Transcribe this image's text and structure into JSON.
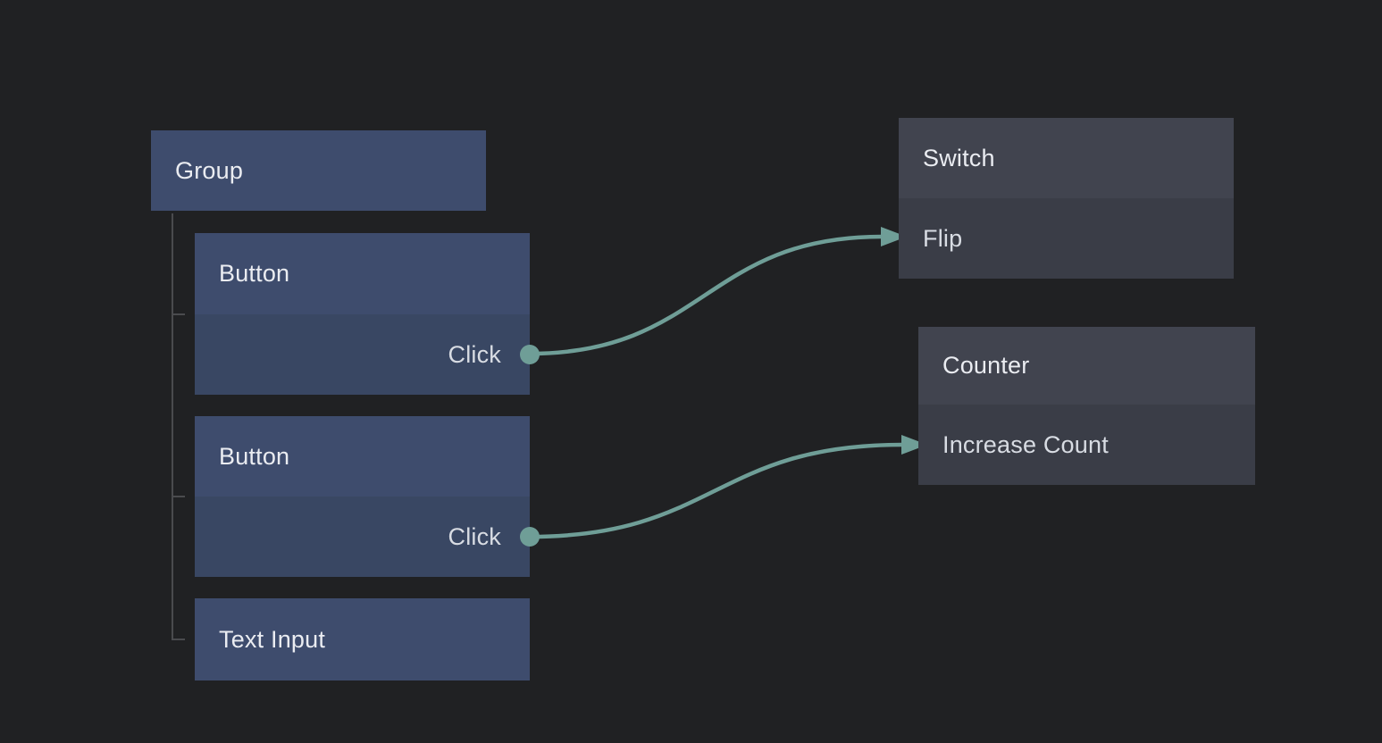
{
  "colors": {
    "bg": "#202123",
    "accent": "#6f9e97",
    "blue-header": "#3e4c6d",
    "blue-body": "#394763",
    "gray-header": "#41444f",
    "gray-body": "#3a3d47",
    "tree-line": "#4a4b4e",
    "title-text": "#eaecf1",
    "label-text": "#d8dce3"
  },
  "nodes": {
    "group": {
      "title": "Group"
    },
    "button1": {
      "title": "Button",
      "output": "Click"
    },
    "button2": {
      "title": "Button",
      "output": "Click"
    },
    "text_input": {
      "title": "Text Input"
    },
    "switch": {
      "title": "Switch",
      "input": "Flip"
    },
    "counter": {
      "title": "Counter",
      "input": "Increase Count"
    }
  },
  "edges": [
    {
      "from": "Button / Click",
      "to": "Switch / Flip"
    },
    {
      "from": "Button / Click",
      "to": "Counter / Increase Count"
    }
  ]
}
